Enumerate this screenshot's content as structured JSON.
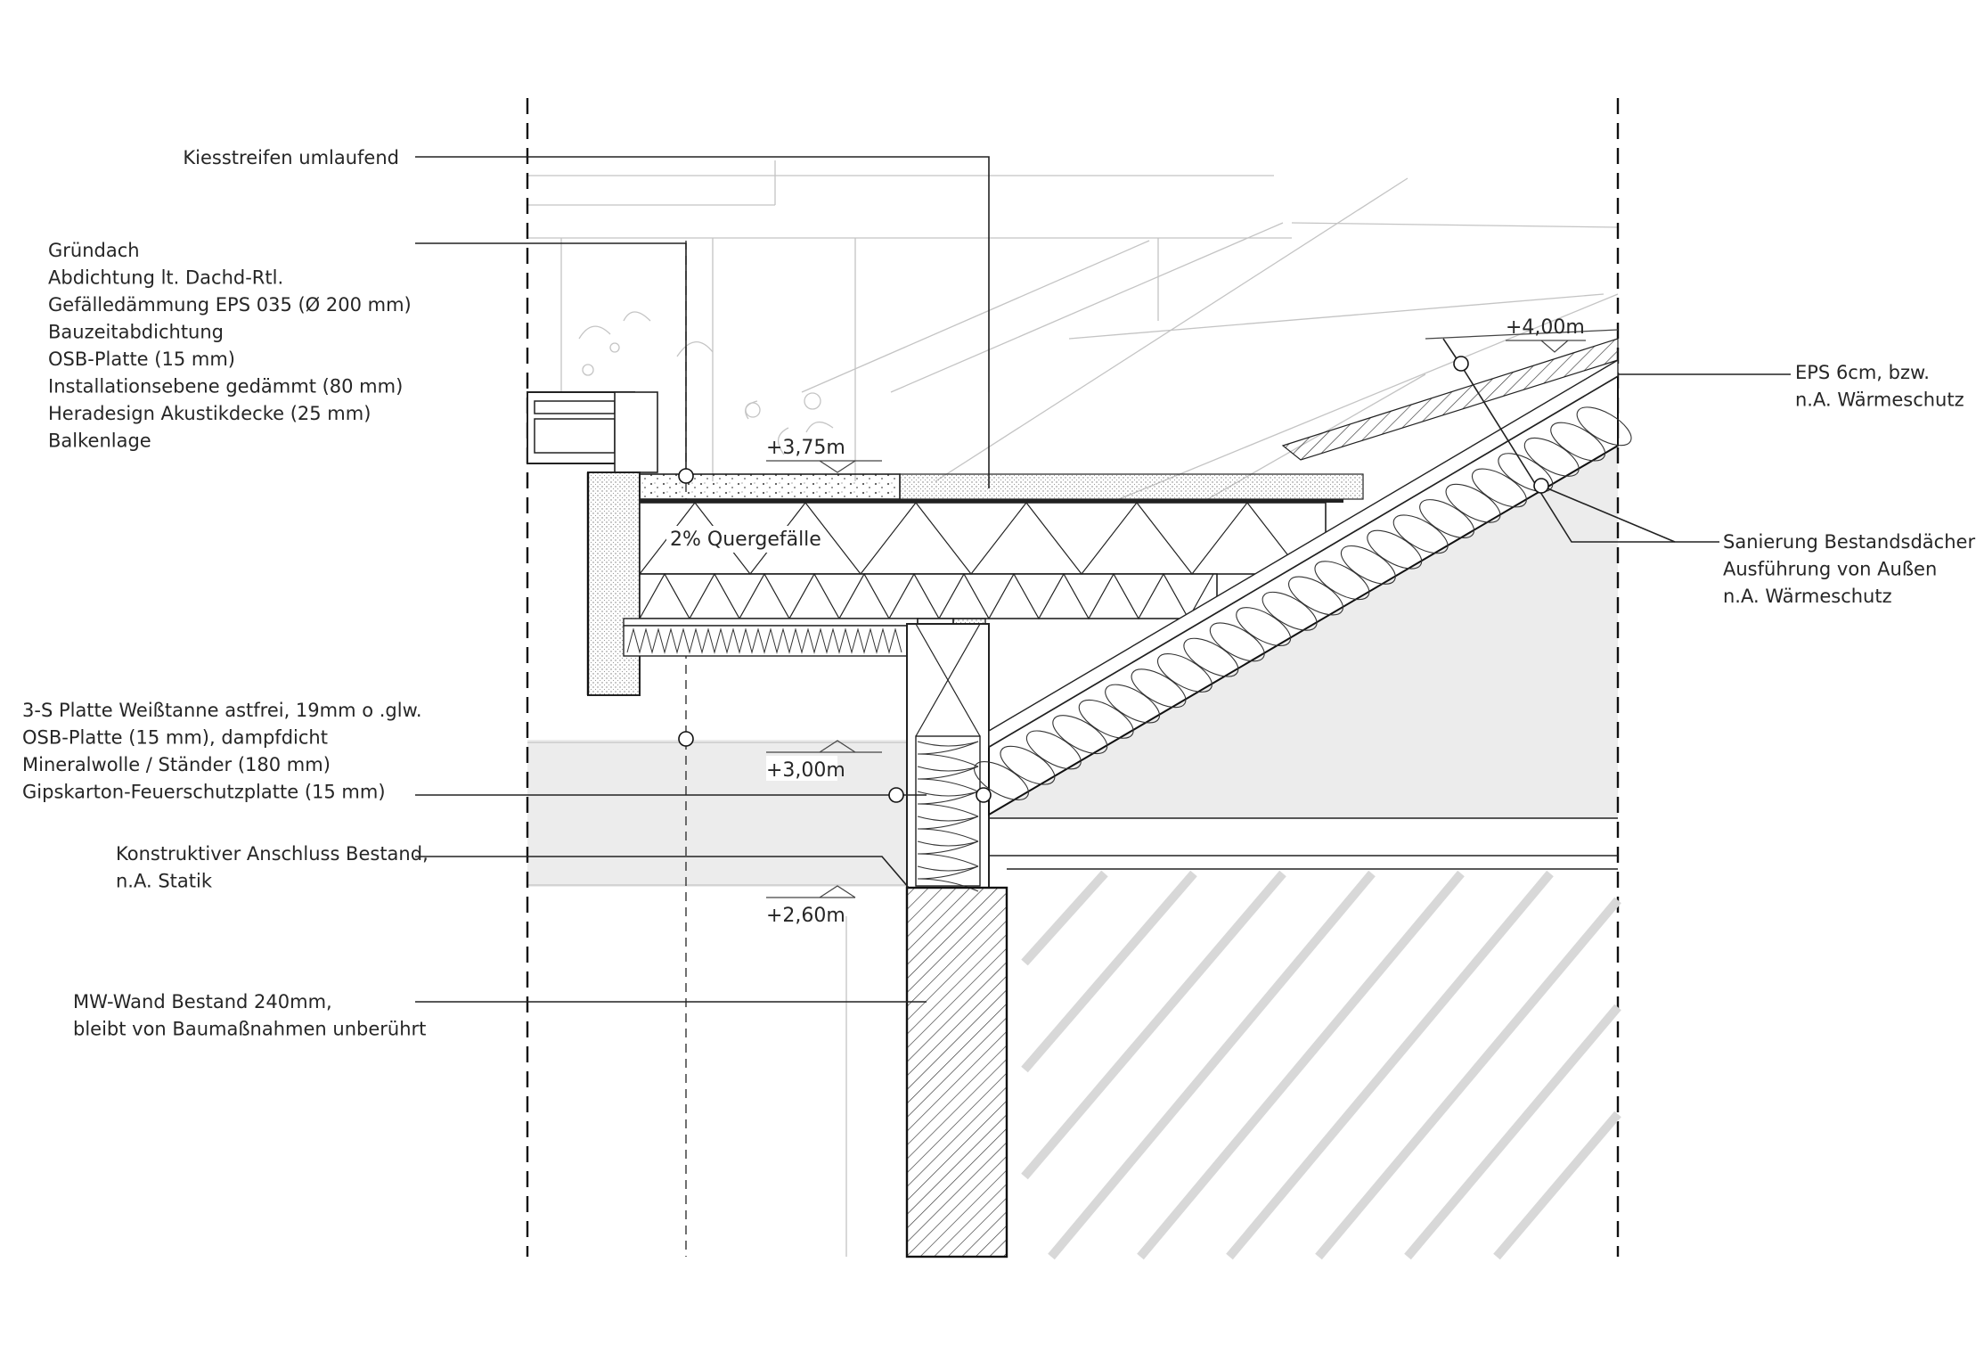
{
  "annotations": {
    "left": [
      {
        "lines": [
          "Kiesstreifen umlaufend"
        ]
      },
      {
        "lines": [
          "Gründach",
          "Abdichtung lt. Dachd-Rtl.",
          "Gefälledämmung EPS 035 (Ø 200 mm)",
          "Bauzeitabdichtung",
          "OSB-Platte (15 mm)",
          "Installationsebene gedämmt (80 mm)",
          "Heradesign Akustikdecke (25 mm)",
          "Balkenlage"
        ]
      },
      {
        "lines": [
          "3-S Platte Weißtanne astfrei, 19mm o .glw.",
          "OSB-Platte (15 mm), dampfdicht",
          "Mineralwolle / Ständer (180 mm)",
          "Gipskarton-Feuerschutzplatte (15 mm)"
        ]
      },
      {
        "lines": [
          "Konstruktiver Anschluss Bestand,",
          "n.A. Statik"
        ]
      },
      {
        "lines": [
          "MW-Wand Bestand 240mm,",
          "bleibt von Baumaßnahmen unberührt"
        ]
      }
    ],
    "right": [
      {
        "lines": [
          "EPS 6cm, bzw.",
          "n.A. Wärmeschutz"
        ]
      },
      {
        "lines": [
          "Sanierung Bestandsdächer",
          "Ausführung von Außen",
          "n.A. Wärmeschutz"
        ]
      }
    ]
  },
  "levels": [
    {
      "label": "+3,75m"
    },
    {
      "label": "+3,00m"
    },
    {
      "label": "+2,60m"
    },
    {
      "label": "+4,00m"
    }
  ],
  "slope_label": "2% Quergefälle",
  "colors": {
    "line": "#222222",
    "hatch": "#333333",
    "shade": "#ececec",
    "faint": "#c4c4c4"
  }
}
